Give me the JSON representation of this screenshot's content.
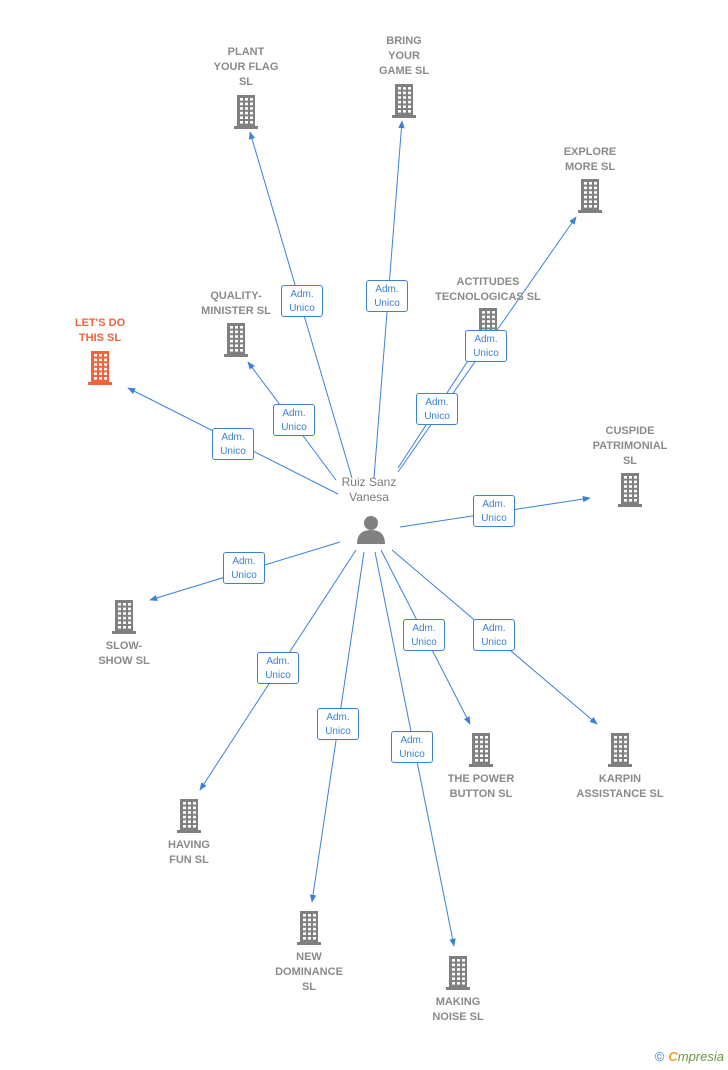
{
  "center": {
    "name": "Ruiz Sanz\nVanesa",
    "icon": "person-icon"
  },
  "role_label": "Adm.\nUnico",
  "colors": {
    "edge": "#3b82d6",
    "building": "#808080",
    "highlight": "#f0643c",
    "person": "#808080"
  },
  "companies": [
    {
      "id": "plant-your-flag",
      "name": "PLANT\nYOUR FLAG\nSL",
      "highlight": false
    },
    {
      "id": "bring-your-game",
      "name": "BRING\nYOUR\nGAME  SL",
      "highlight": false
    },
    {
      "id": "explore-more",
      "name": "EXPLORE\nMORE  SL",
      "highlight": false
    },
    {
      "id": "actitudes-tecnologicas",
      "name": "ACTITUDES\nTECNOLOGICAS SL",
      "highlight": false
    },
    {
      "id": "quality-minister",
      "name": "QUALITY-\nMINISTER  SL",
      "highlight": false
    },
    {
      "id": "lets-do-this",
      "name": "LET'S DO\nTHIS  SL",
      "highlight": true
    },
    {
      "id": "cuspide-patrimonial",
      "name": "CUSPIDE\nPATRIMONIAL\nSL",
      "highlight": false
    },
    {
      "id": "slow-show",
      "name": "SLOW-\nSHOW  SL",
      "highlight": false
    },
    {
      "id": "having-fun",
      "name": "HAVING\nFUN  SL",
      "highlight": false
    },
    {
      "id": "new-dominance",
      "name": "NEW\nDOMINANCE\nSL",
      "highlight": false
    },
    {
      "id": "making-noise",
      "name": "MAKING\nNOISE  SL",
      "highlight": false
    },
    {
      "id": "the-power-button",
      "name": "THE POWER\nBUTTON  SL",
      "highlight": false
    },
    {
      "id": "karpin-assistance",
      "name": "KARPIN\nASSISTANCE SL",
      "highlight": false
    }
  ],
  "footer": {
    "copyright": "©",
    "brand_first": "C",
    "brand_rest": "mpresia"
  }
}
